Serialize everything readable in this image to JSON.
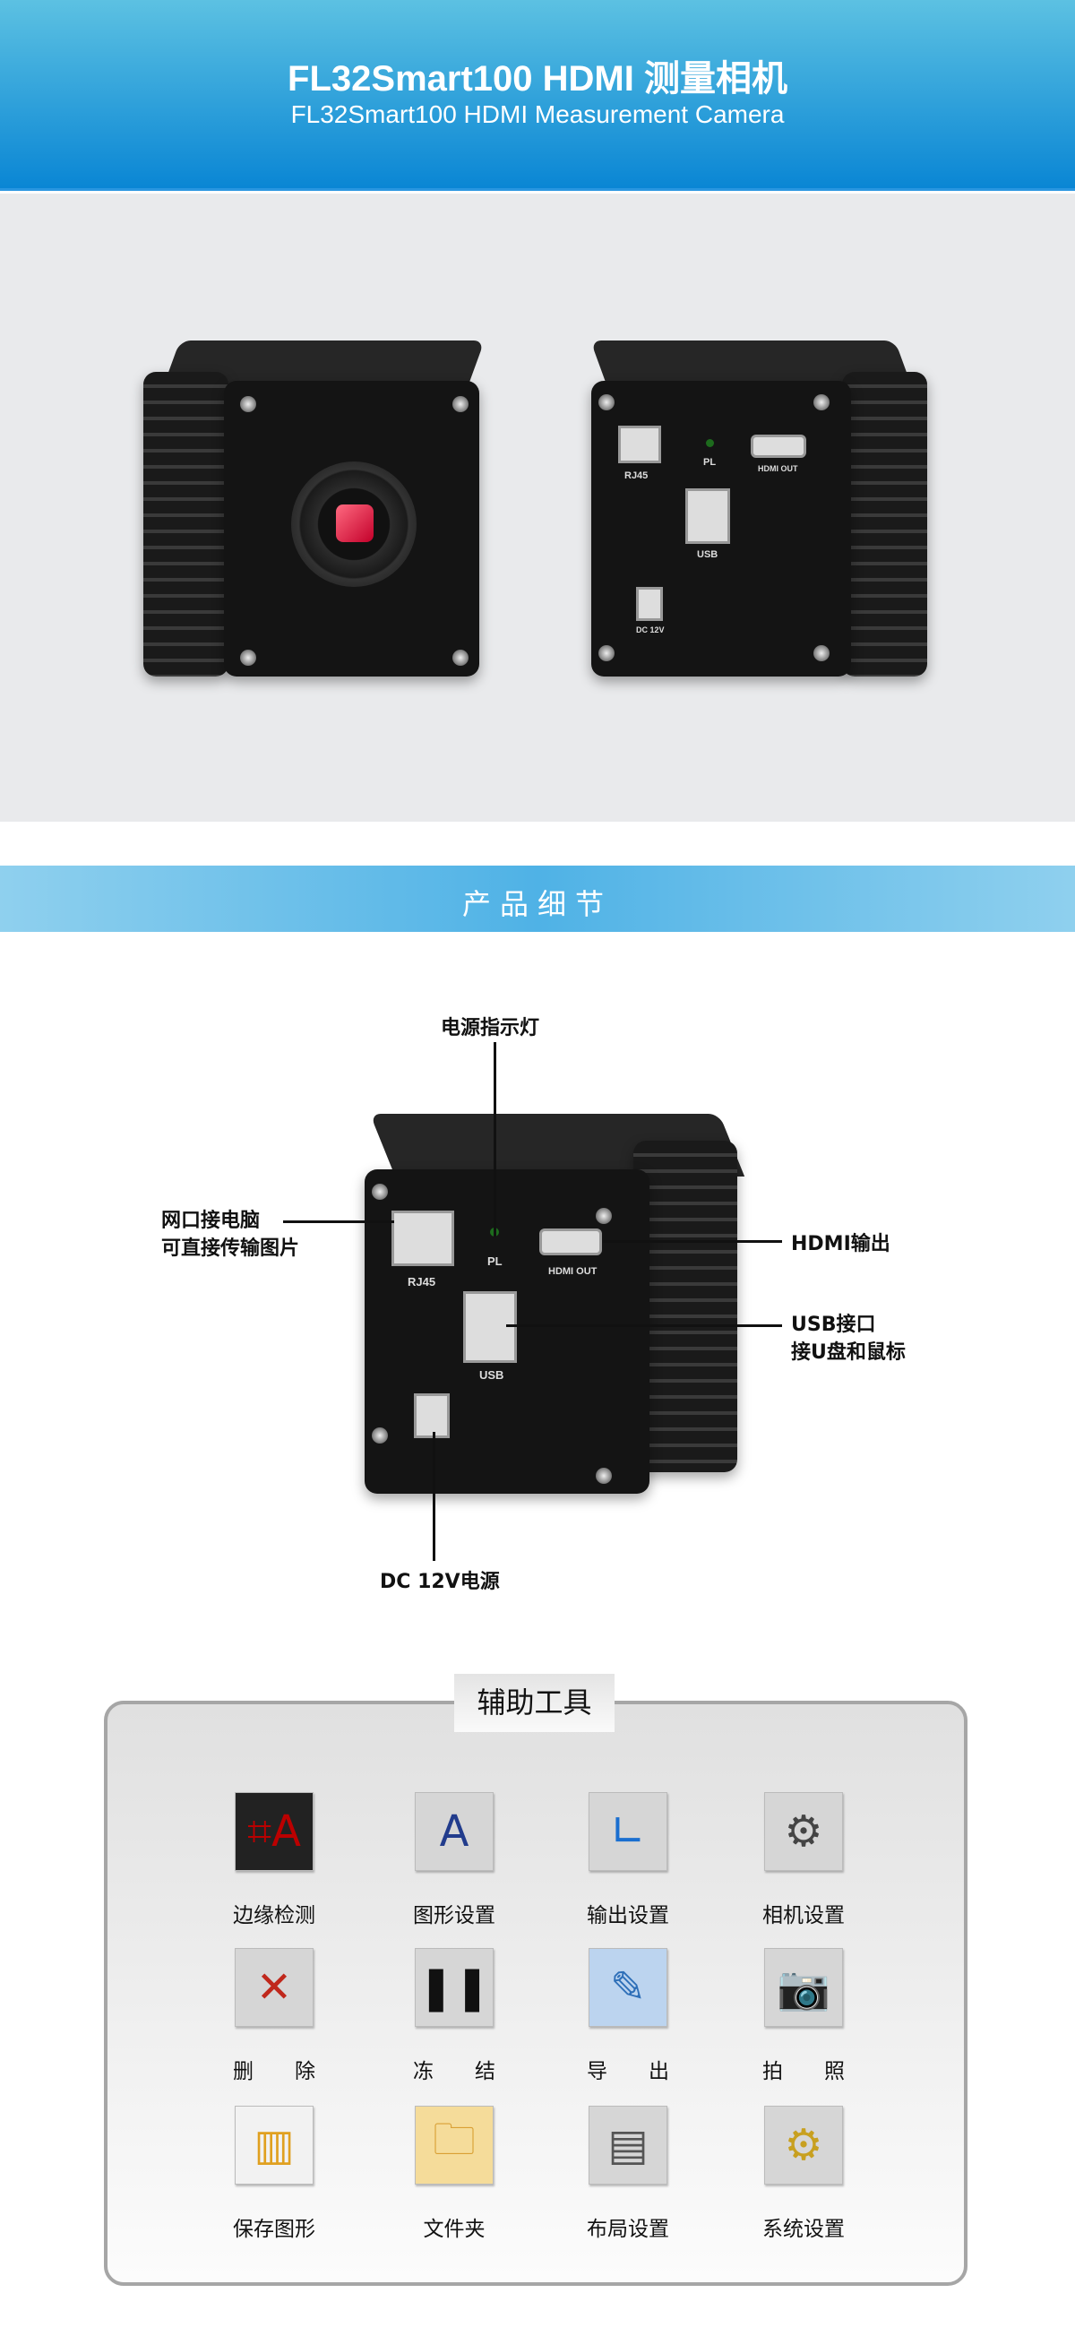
{
  "header": {
    "title": "FL32Smart100 HDMI 测量相机",
    "subtitle": "FL32Smart100 HDMI Measurement Camera"
  },
  "product": {
    "port_labels": {
      "rj45": "RJ45",
      "pl": "PL",
      "hdmi": "HDMI OUT",
      "usb": "USB",
      "dc": "DC 12V"
    }
  },
  "details": {
    "banner": "产品细节",
    "callouts": {
      "power_light": "电源指示灯",
      "network_1": "网口接电脑",
      "network_2": "可直接传输图片",
      "hdmi": "HDMI输出",
      "usb_1": "USB接口",
      "usb_2": "接U盘和鼠标",
      "dc": "DC 12V电源"
    }
  },
  "tools": {
    "title": "辅助工具",
    "items": [
      {
        "label": "边缘检测",
        "icon": "edge-detect-icon"
      },
      {
        "label": "图形设置",
        "icon": "graphic-settings-icon"
      },
      {
        "label": "输出设置",
        "icon": "output-settings-icon"
      },
      {
        "label": "相机设置",
        "icon": "camera-settings-icon"
      },
      {
        "label": "删　　除",
        "icon": "delete-icon"
      },
      {
        "label": "冻　　结",
        "icon": "freeze-icon"
      },
      {
        "label": "导　　出",
        "icon": "export-icon"
      },
      {
        "label": "拍　　照",
        "icon": "photo-icon"
      },
      {
        "label": "保存图形",
        "icon": "save-graphic-icon"
      },
      {
        "label": "文件夹",
        "icon": "folder-icon"
      },
      {
        "label": "布局设置",
        "icon": "layout-settings-icon"
      },
      {
        "label": "系统设置",
        "icon": "system-settings-icon"
      }
    ]
  }
}
